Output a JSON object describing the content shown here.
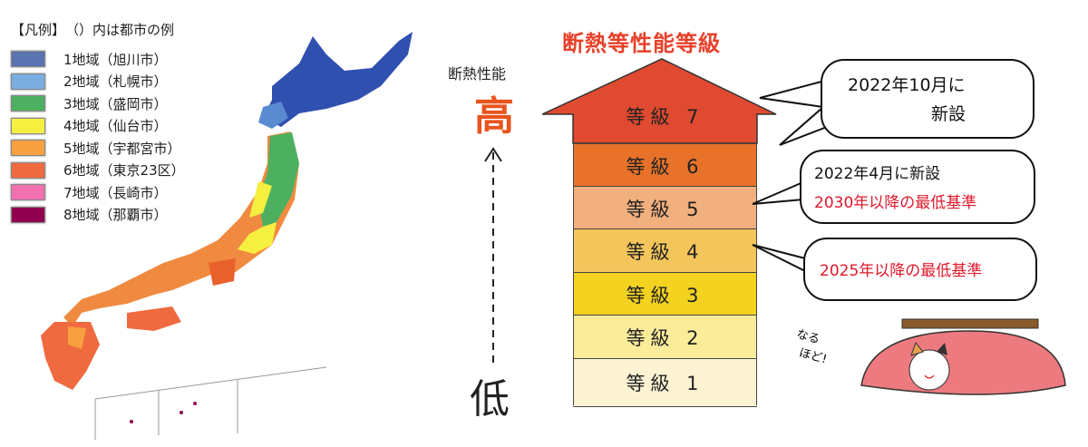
{
  "legend": {
    "title": "【凡例】　（）内は都市の例",
    "items": [
      {
        "label": "1地域（旭川市）",
        "color": "#5a72b0"
      },
      {
        "label": "2地域（札幌市）",
        "color": "#7aaee0"
      },
      {
        "label": "3地域（盛岡市）",
        "color": "#4cb060"
      },
      {
        "label": "4地域（仙台市）",
        "color": "#f5f040"
      },
      {
        "label": "5地域（宇都宮市）",
        "color": "#f8a040"
      },
      {
        "label": "6地域（東京23区）",
        "color": "#f06a40"
      },
      {
        "label": "7地域（長崎市）",
        "color": "#f070b0"
      },
      {
        "label": "8地域（那覇市）",
        "color": "#900050"
      }
    ]
  },
  "diagram": {
    "title": "断熱等性能等級",
    "axis_label": "断熱性能",
    "high": "高",
    "low": "低",
    "grades": [
      {
        "label": "等級 7",
        "color": "#e04a30"
      },
      {
        "label": "等級 6",
        "color": "#e8722a"
      },
      {
        "label": "等級 5",
        "color": "#f2b07e"
      },
      {
        "label": "等級 4",
        "color": "#f4c55a"
      },
      {
        "label": "等級 3",
        "color": "#f3d220"
      },
      {
        "label": "等級 2",
        "color": "#fbec9a"
      },
      {
        "label": "等級 1",
        "color": "#fdf3d2"
      }
    ]
  },
  "bubbles": {
    "b1_line1": "2022年10月に",
    "b1_line2": "新設",
    "b2_line1": "2022年4月に新設",
    "b2_line2": "2030年以降の最低基準",
    "b3_line1": "2025年以降の最低基準"
  },
  "cat": {
    "line1": "なる",
    "line2": "ほど!"
  }
}
